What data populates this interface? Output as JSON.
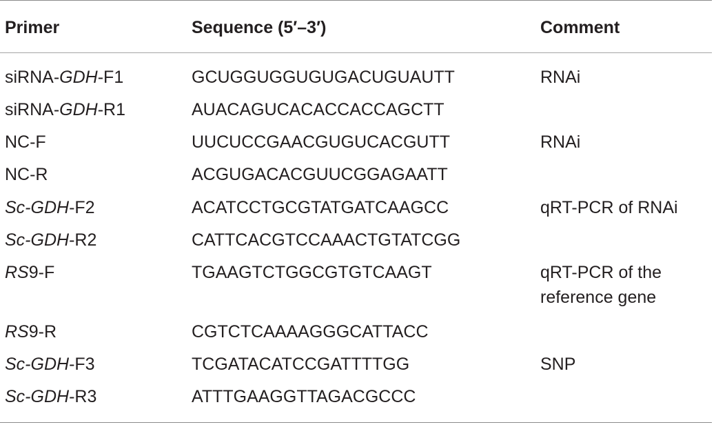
{
  "table": {
    "headers": {
      "primer": "Primer",
      "sequence": "Sequence (5′–3′)",
      "comment": "Comment"
    },
    "rows": [
      {
        "primer_italic": "",
        "primer_pre": "siRNA-",
        "primer_gene": "GDH",
        "primer_post": "-F1",
        "sequence": "GCUGGUGGUGUGACUGUAUTT",
        "comment": "RNAi"
      },
      {
        "primer_italic": "",
        "primer_pre": "siRNA-",
        "primer_gene": "GDH",
        "primer_post": "-R1",
        "sequence": "AUACAGUCACACCACCAGCTT",
        "comment": ""
      },
      {
        "primer_italic": "",
        "primer_pre": "NC-F",
        "primer_gene": "",
        "primer_post": "",
        "sequence": "UUCUCCGAACGUGUCACGUTT",
        "comment": "RNAi"
      },
      {
        "primer_italic": "",
        "primer_pre": "NC-R",
        "primer_gene": "",
        "primer_post": "",
        "sequence": "ACGUGACACGUUCGGAGAATT",
        "comment": ""
      },
      {
        "primer_italic": "Sc-GDH",
        "primer_pre": "",
        "primer_gene": "",
        "primer_post": "-F2",
        "sequence": "ACATCCTGCGTATGATCAAGCC",
        "comment": "qRT-PCR of RNAi"
      },
      {
        "primer_italic": "Sc-GDH",
        "primer_pre": "",
        "primer_gene": "",
        "primer_post": "-R2",
        "sequence": "CATTCACGTCCAAACTGTATCGG",
        "comment": ""
      },
      {
        "primer_italic": "RS",
        "primer_pre": "",
        "primer_gene": "",
        "primer_post": "9-F",
        "sequence": "TGAAGTCTGGCGTGTCAAGT",
        "comment": "qRT-PCR of the reference gene"
      },
      {
        "primer_italic": "RS",
        "primer_pre": "",
        "primer_gene": "",
        "primer_post": "9-R",
        "sequence": "CGTCTCAAAAGGGCATTACC",
        "comment": ""
      },
      {
        "primer_italic": "Sc-GDH",
        "primer_pre": "",
        "primer_gene": "",
        "primer_post": "-F3",
        "sequence": "TCGATACATCCGATTTTGG",
        "comment": "SNP"
      },
      {
        "primer_italic": "Sc-GDH",
        "primer_pre": "",
        "primer_gene": "",
        "primer_post": "-R3",
        "sequence": "ATTTGAAGGTTAGACGCCC",
        "comment": ""
      }
    ]
  }
}
